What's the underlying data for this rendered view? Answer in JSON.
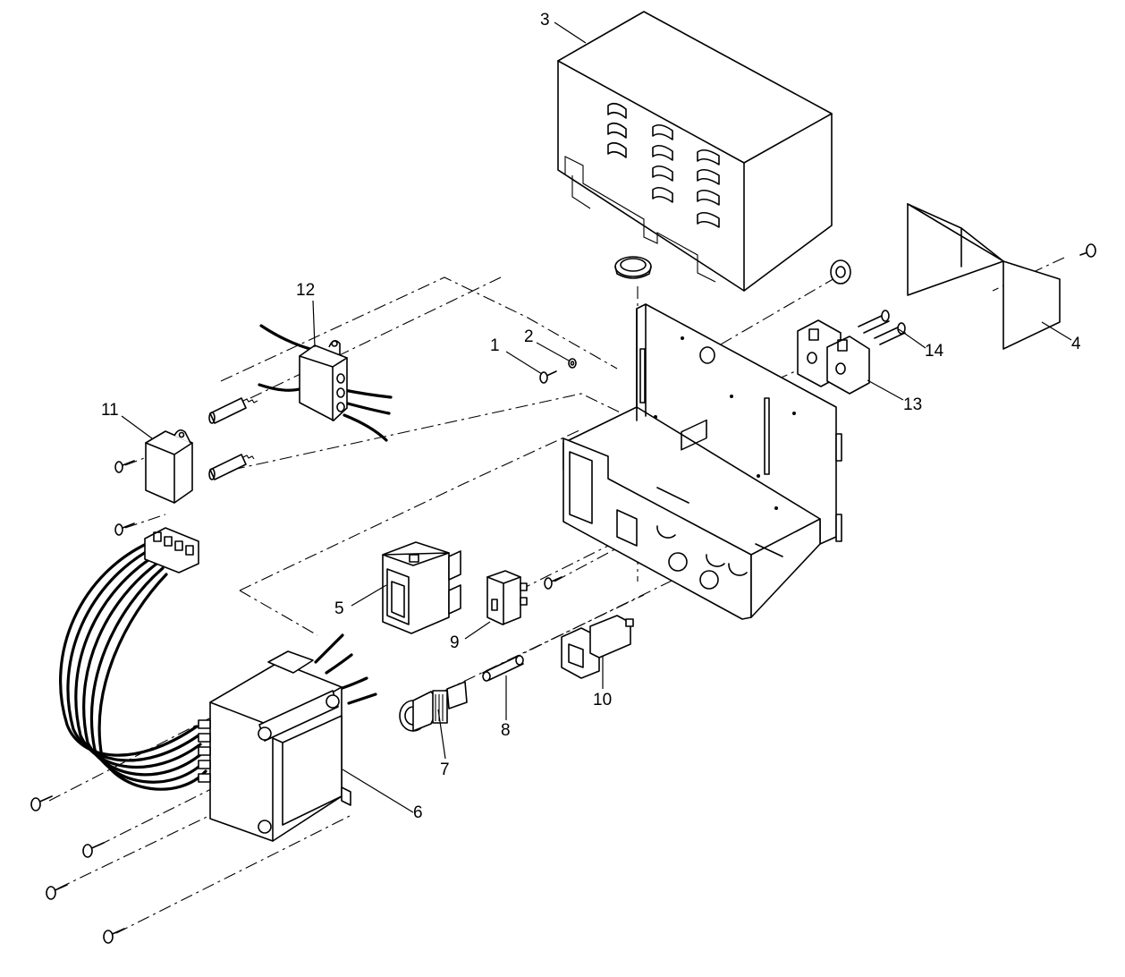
{
  "diagram": {
    "callouts": [
      {
        "id": "1",
        "text": "1"
      },
      {
        "id": "2",
        "text": "2"
      },
      {
        "id": "3",
        "text": "3"
      },
      {
        "id": "4",
        "text": "4"
      },
      {
        "id": "5",
        "text": "5"
      },
      {
        "id": "6",
        "text": "6"
      },
      {
        "id": "7",
        "text": "7"
      },
      {
        "id": "8",
        "text": "8"
      },
      {
        "id": "9",
        "text": "9"
      },
      {
        "id": "10",
        "text": "10"
      },
      {
        "id": "11",
        "text": "11"
      },
      {
        "id": "12",
        "text": "12"
      },
      {
        "id": "13",
        "text": "13"
      },
      {
        "id": "14",
        "text": "14"
      }
    ]
  }
}
